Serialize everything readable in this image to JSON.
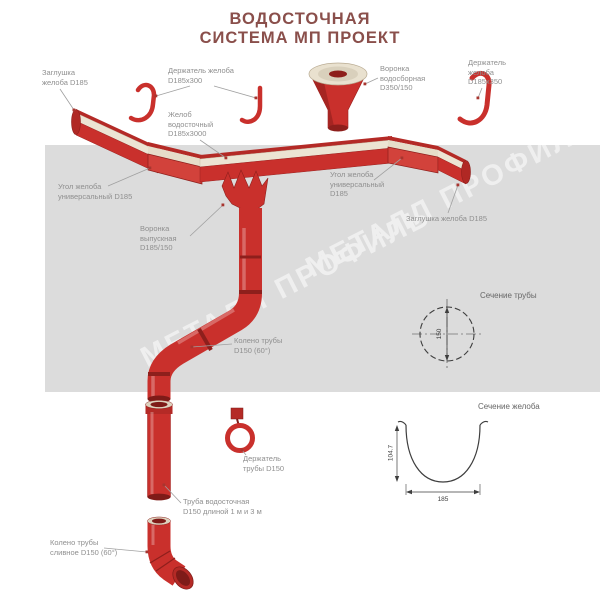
{
  "title": {
    "line1": "ВОДОСТОЧНАЯ",
    "line2": "СИСТЕМА МП ПРОЕКТ"
  },
  "watermark": "МЕТАЛЛ ПРОФИЛЬ",
  "labels": {
    "gutter_endcap_left": [
      "Заглушка",
      "желоба D185"
    ],
    "gutter_holder_300": [
      "Держатель желоба",
      "D185х300"
    ],
    "gutter": [
      "Желоб",
      "водосточный",
      "D185х3000"
    ],
    "collector_funnel": [
      "Воронка",
      "водосборная",
      "D350/150"
    ],
    "gutter_holder_350": [
      "Держатель",
      "желоба",
      "D185х350"
    ],
    "gutter_corner_left": [
      "Угол желоба",
      "универсальный D185"
    ],
    "gutter_corner_right": [
      "Угол желоба",
      "универсальный",
      "D185"
    ],
    "gutter_endcap_right": [
      "Заглушка желоба D185"
    ],
    "outlet_funnel": [
      "Воронка",
      "выпускная",
      "D185/150"
    ],
    "pipe_elbow": [
      "Колено трубы",
      "D150 (60°)"
    ],
    "pipe_holder": [
      "Держатель",
      "трубы D150"
    ],
    "downpipe": [
      "Труба водосточная",
      "D150 длиной 1 м и 3 м"
    ],
    "drain_elbow": [
      "Колено трубы",
      "сливное D150 (60°)"
    ]
  },
  "sections": {
    "pipe": {
      "title": "Сечение трубы",
      "dim_diameter": "150"
    },
    "gutter": {
      "title": "Сечение желоба",
      "dim_height": "104.7",
      "dim_width": "185"
    }
  },
  "colors": {
    "red": "#c9302c",
    "red_dark": "#8e1f1c",
    "cream": "#ece4d3",
    "band_gray": "#dcdcdc",
    "title_color": "#8a4f4b",
    "label_gray": "#8f8f8f",
    "section_line": "#3e3e3e"
  }
}
